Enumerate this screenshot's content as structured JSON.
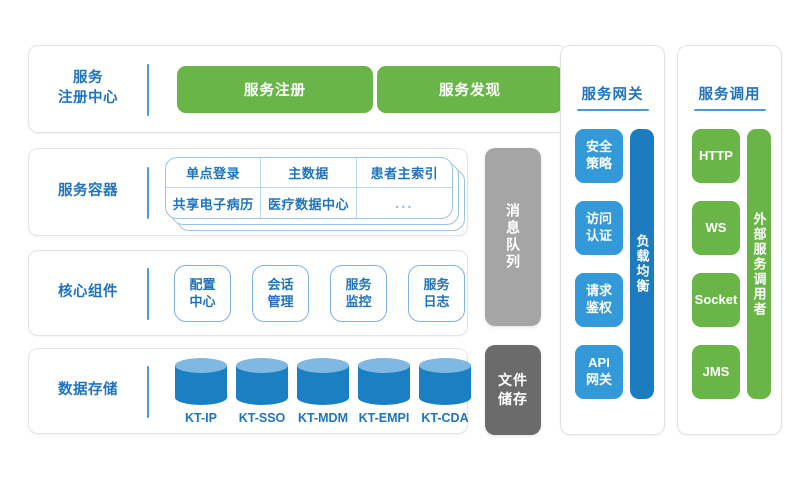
{
  "colors": {
    "green": "#69b548",
    "blue_light": "#3399d8",
    "blue_dark": "#1d7cc0",
    "blue_text": "#1f74bd",
    "gray_light": "#a5a5a5",
    "gray_dark": "#6b6b6b",
    "db_body": "#1b7fc4",
    "db_top": "#7fb9e3",
    "card_border": "#e3e3e3"
  },
  "rows": {
    "registry": {
      "label": "服务\n注册中心",
      "label_line1": "服务",
      "label_line2": "注册中心",
      "items": [
        {
          "label": "服务注册"
        },
        {
          "label": "服务发现"
        }
      ]
    },
    "container": {
      "label": "服务容器",
      "cells": [
        {
          "label": "单点登录"
        },
        {
          "label": "主数据"
        },
        {
          "label": "患者主索引"
        },
        {
          "label": "共享电子病历"
        },
        {
          "label": "医疗数据中心"
        },
        {
          "label": "..."
        }
      ]
    },
    "core": {
      "label": "核心组件",
      "items": [
        {
          "line1": "配置",
          "line2": "中心"
        },
        {
          "line1": "会话",
          "line2": "管理"
        },
        {
          "line1": "服务",
          "line2": "监控"
        },
        {
          "line1": "服务",
          "line2": "日志"
        }
      ]
    },
    "storage": {
      "label": "数据存储",
      "items": [
        {
          "label": "KT-IP"
        },
        {
          "label": "KT-SSO"
        },
        {
          "label": "KT-MDM"
        },
        {
          "label": "KT-EMPI"
        },
        {
          "label": "KT-CDA"
        }
      ]
    }
  },
  "middle": {
    "message_queue": {
      "label": "消息队列"
    },
    "file_storage": {
      "line1": "文件",
      "line2": "储存"
    }
  },
  "gateway": {
    "title": "服务网关",
    "chips": [
      {
        "line1": "安全",
        "line2": "策略"
      },
      {
        "line1": "访问",
        "line2": "认证"
      },
      {
        "line1": "请求",
        "line2": "鉴权"
      },
      {
        "line1": "API",
        "line2": "网关"
      }
    ],
    "bar": {
      "label": "负载均衡"
    }
  },
  "invocation": {
    "title": "服务调用",
    "chips": [
      {
        "label": "HTTP"
      },
      {
        "label": "WS"
      },
      {
        "label": "Socket"
      },
      {
        "label": "JMS"
      }
    ],
    "bar": {
      "label": "外部服务调用者"
    }
  }
}
